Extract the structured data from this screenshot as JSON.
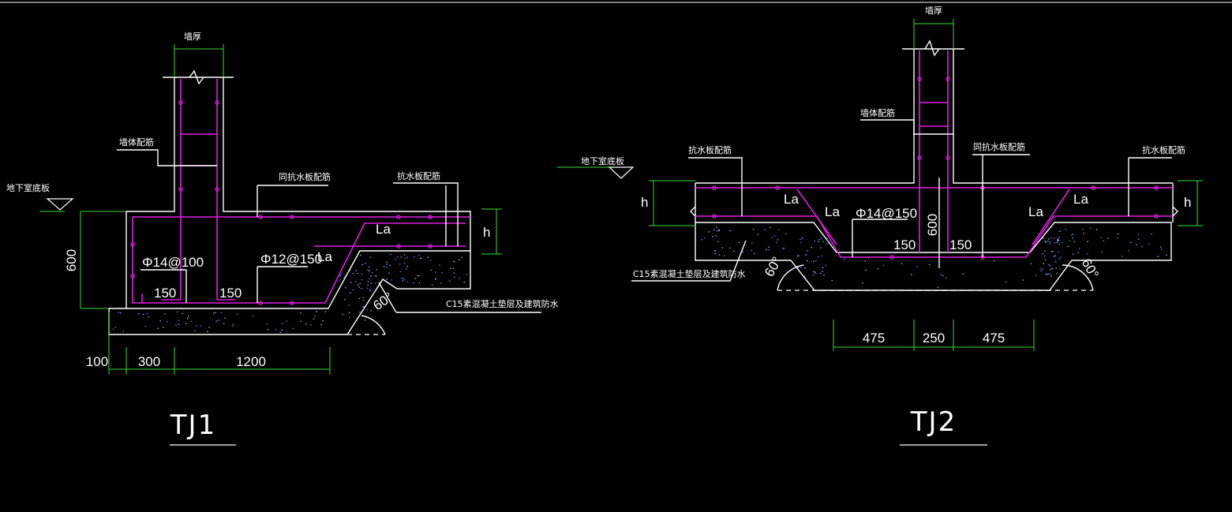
{
  "colors": {
    "background": "#000000",
    "outline": "#ffffff",
    "rebar": "#e11ee1",
    "dimension": "#33dd33",
    "aggregate": "#4a8cff"
  },
  "tj1": {
    "title": "TJ1",
    "labels": {
      "wall_thickness": "墙厚",
      "wall_rebar": "墙体配筋",
      "basement_floor": "地下室底板",
      "same_slab_rebar": "同抗水板配筋",
      "slab_rebar": "抗水板配筋",
      "la_upper": "La",
      "la_lower": "La",
      "rebar_a": "Φ14@100",
      "rebar_b": "Φ12@150",
      "hook_a": "150",
      "hook_b": "150",
      "cushion": "C15素混凝土垫层及建筑防水",
      "angle": "60°",
      "h": "h",
      "dim_600": "600",
      "dim_100": "100",
      "dim_300": "300",
      "dim_1200": "1200"
    }
  },
  "tj2": {
    "title": "TJ2",
    "labels": {
      "wall_thickness": "墙厚",
      "wall_rebar": "墙体配筋",
      "basement_floor": "地下室底板",
      "slab_rebar_left": "抗水板配筋",
      "same_slab_rebar": "同抗水板配筋",
      "slab_rebar_right": "抗水板配筋",
      "la_1": "La",
      "la_2": "La",
      "la_3": "La",
      "la_4": "La",
      "rebar": "Φ14@150",
      "hook_a": "150",
      "hook_b": "150",
      "dim_600": "600",
      "cushion": "C15素混凝土垫层及建筑防水",
      "angle_left": "60°",
      "angle_right": "60°",
      "h_left": "h",
      "h_right": "h",
      "dim_475_left": "475",
      "dim_250": "250",
      "dim_475_right": "475"
    }
  }
}
